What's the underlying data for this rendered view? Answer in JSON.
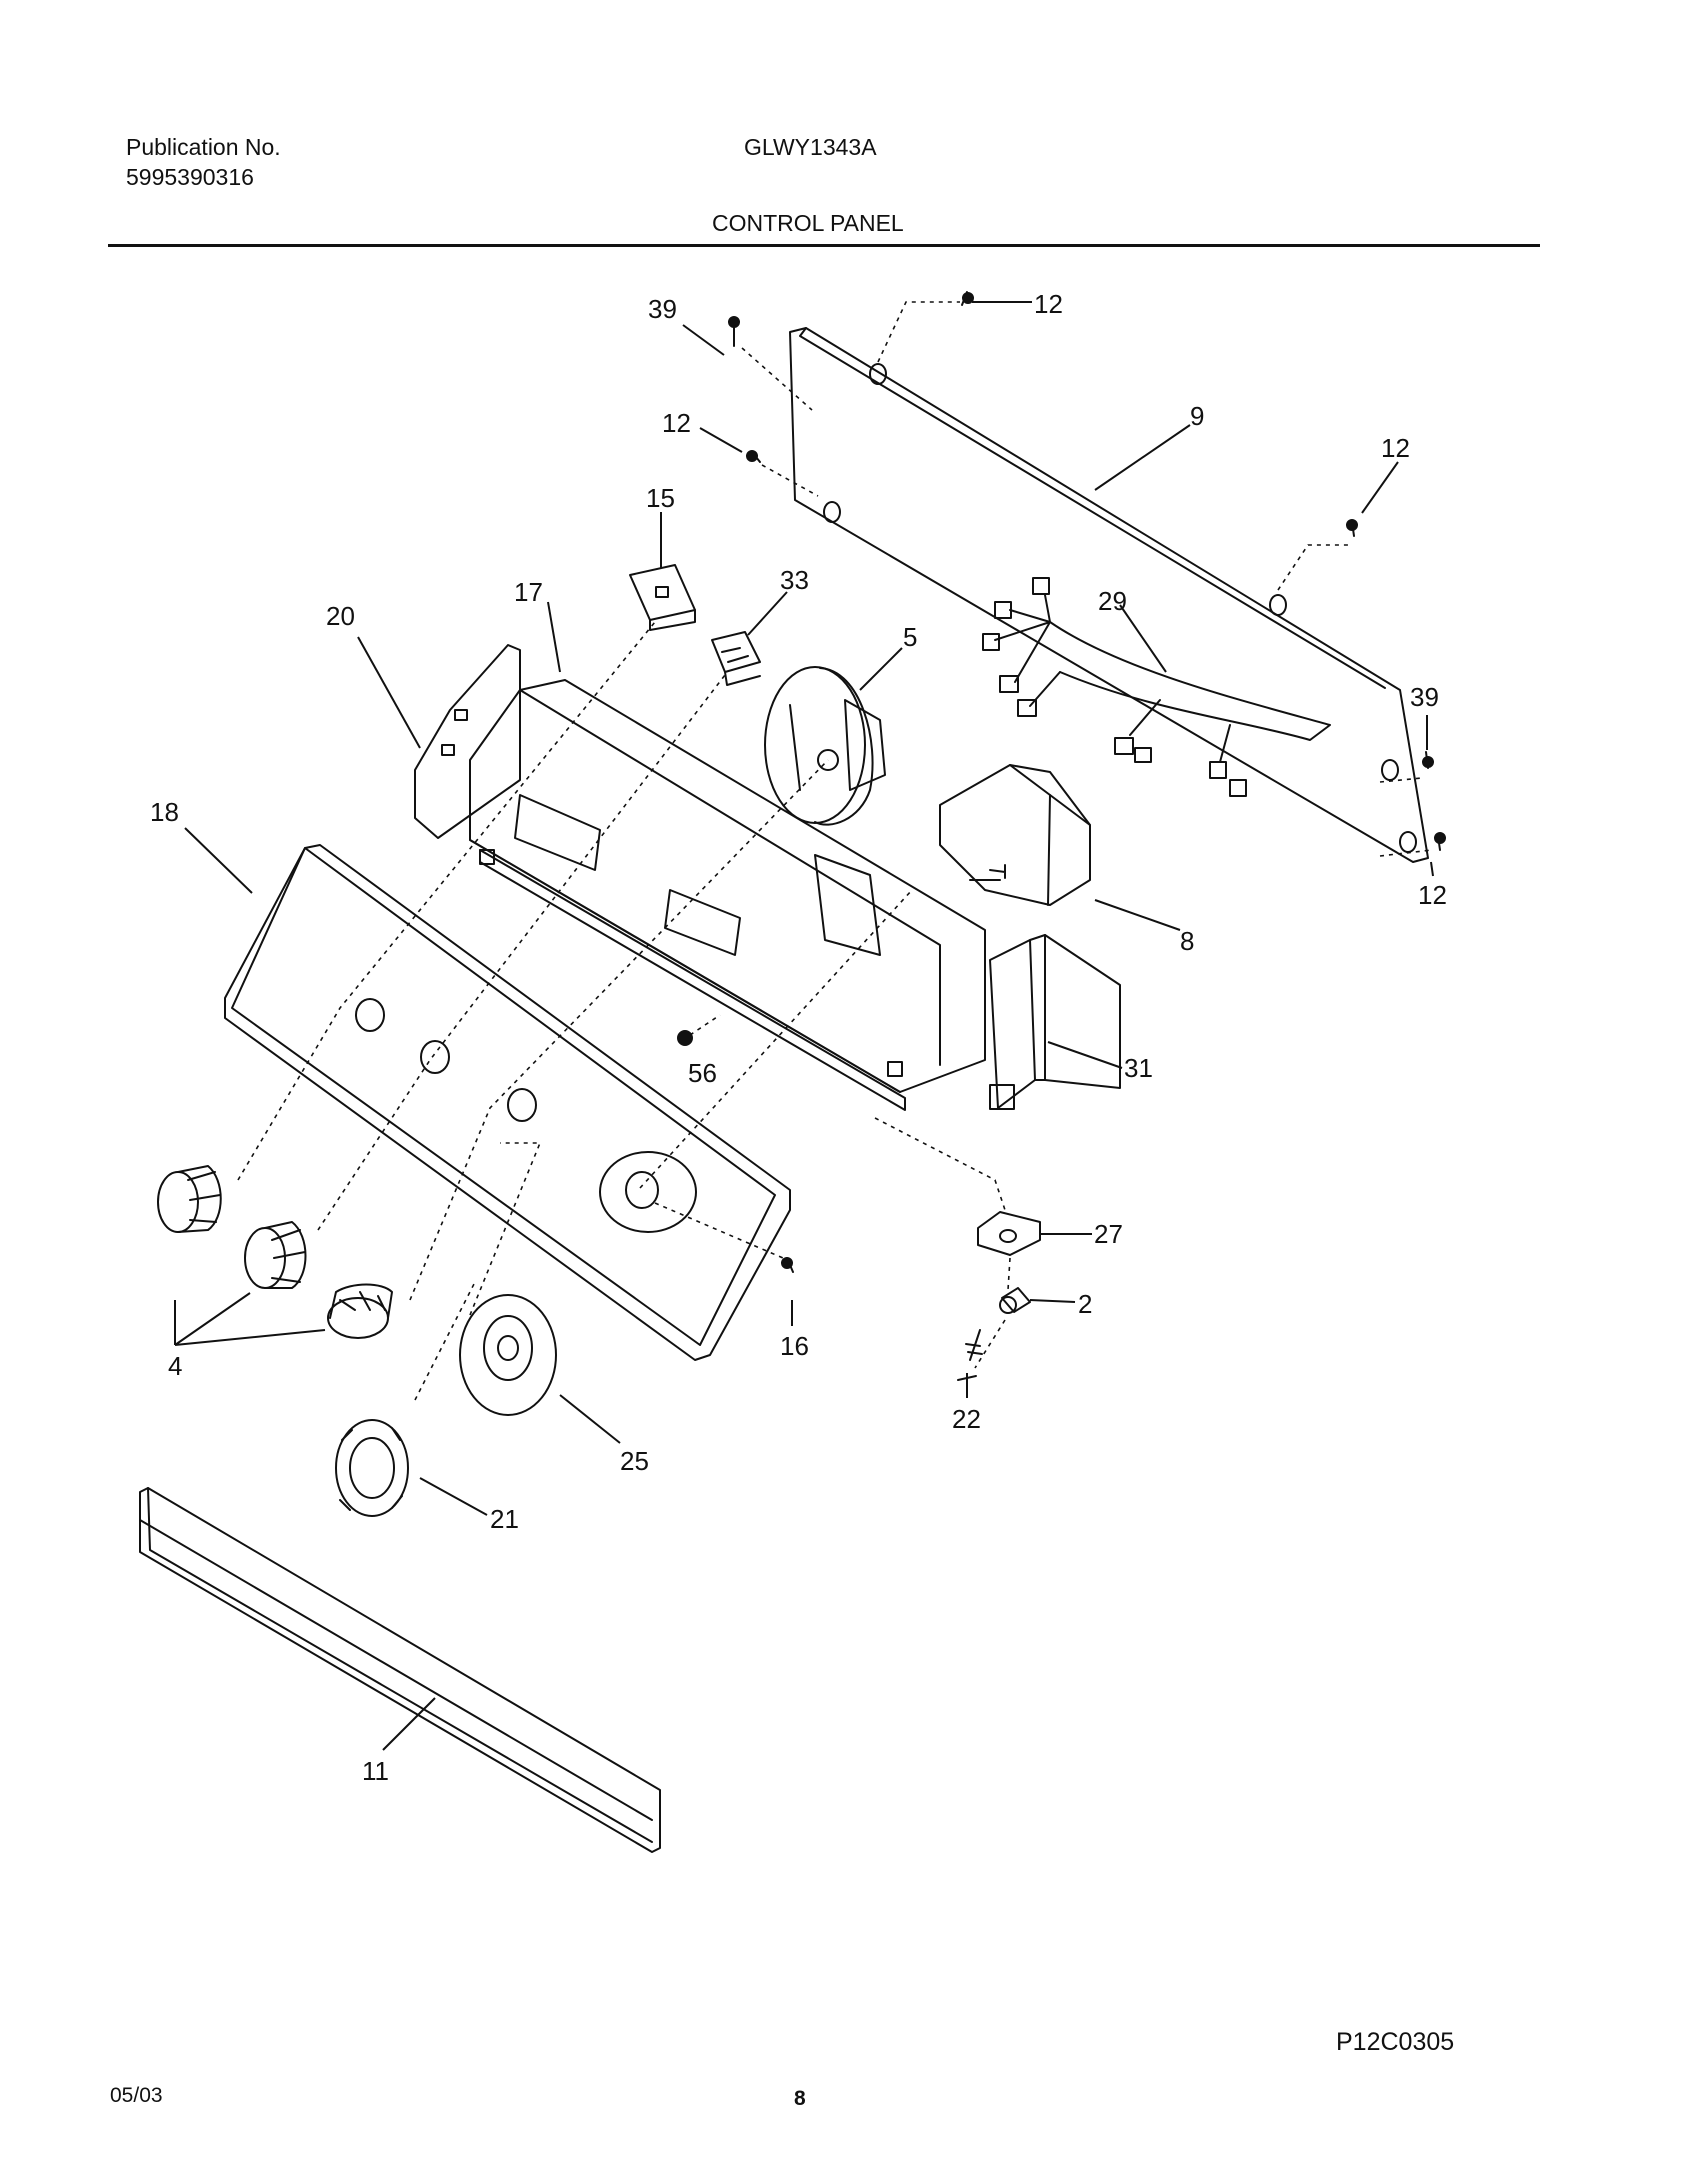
{
  "header": {
    "publication_label": "Publication No.",
    "publication_number": "5995390316",
    "model": "GLWY1343A",
    "section_title": "CONTROL PANEL"
  },
  "footer": {
    "diagram_code": "P12C0305",
    "date": "05/03",
    "page_number": "8"
  },
  "callouts": {
    "c39a": "39",
    "c12a": "12",
    "c12b": "12",
    "c9": "9",
    "c12c": "12",
    "c15": "15",
    "c33": "33",
    "c17": "17",
    "c20": "20",
    "c5": "5",
    "c29": "29",
    "c39b": "39",
    "c12d": "12",
    "c18": "18",
    "c8": "8",
    "c56": "56",
    "c31": "31",
    "c27": "27",
    "c16": "16",
    "c2": "2",
    "c4": "4",
    "c22": "22",
    "c25": "25",
    "c21": "21",
    "c11": "11"
  }
}
